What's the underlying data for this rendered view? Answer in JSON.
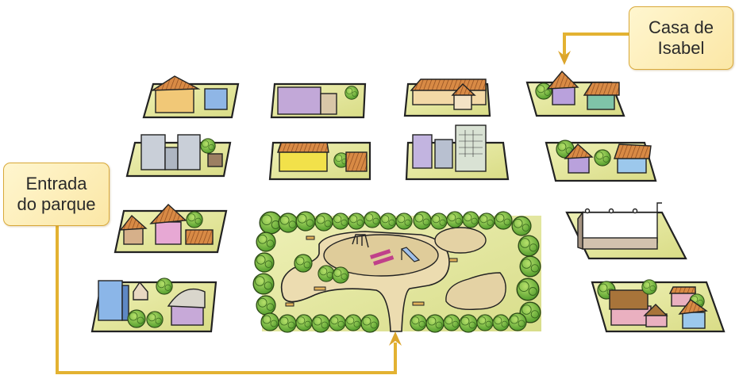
{
  "map": {
    "title": "",
    "labels": {
      "casa_isabel": {
        "line1": "Casa de",
        "line2": "Isabel"
      },
      "entrada_parque": {
        "line1": "Entrada",
        "line2": "do parque"
      }
    },
    "colors": {
      "arrow": "#e3b232",
      "callout_bg": "#fbe9ad",
      "callout_border": "#d9a93a",
      "lot_grass": "#e4e79a",
      "park_grass": "#e6e7a0",
      "path_sand": "#eadcb4",
      "tree": "#7cbf3c",
      "roof": "#c8773a"
    },
    "blocks": [
      {
        "id": "b1",
        "row": 1,
        "col": 1,
        "description": "casa amarela com telhado e galpão azul"
      },
      {
        "id": "b2",
        "row": 1,
        "col": 2,
        "description": "prédio lilás e garagem"
      },
      {
        "id": "b3",
        "row": 1,
        "col": 3,
        "description": "escola com telhado comprido"
      },
      {
        "id": "b4",
        "row": 1,
        "col": 4,
        "description": "casa lilás e casas verdes",
        "is_casa_isabel": true
      },
      {
        "id": "b5",
        "row": 2,
        "col": 1,
        "description": "prédios cinzas"
      },
      {
        "id": "b6",
        "row": 2,
        "col": 2,
        "description": "casa amarela"
      },
      {
        "id": "b7",
        "row": 2,
        "col": 3,
        "description": "prédios e edifício alto"
      },
      {
        "id": "b8",
        "row": 2,
        "col": 4,
        "description": "casas lilás e azuis"
      },
      {
        "id": "b9",
        "row": 3,
        "col": 1,
        "description": "casas rosas com telhados"
      },
      {
        "id": "b10",
        "row": 3,
        "col": 4,
        "description": "supermercado"
      },
      {
        "id": "b11",
        "row": 4,
        "col": 1,
        "description": "prédio azul e galpão"
      },
      {
        "id": "b12",
        "row": 4,
        "col": 4,
        "description": "casas rosas e azul"
      }
    ],
    "park": {
      "name": "parque",
      "features": [
        "balanços",
        "gangorra",
        "escorregador",
        "bancos",
        "árvores",
        "caminhos"
      ]
    }
  }
}
